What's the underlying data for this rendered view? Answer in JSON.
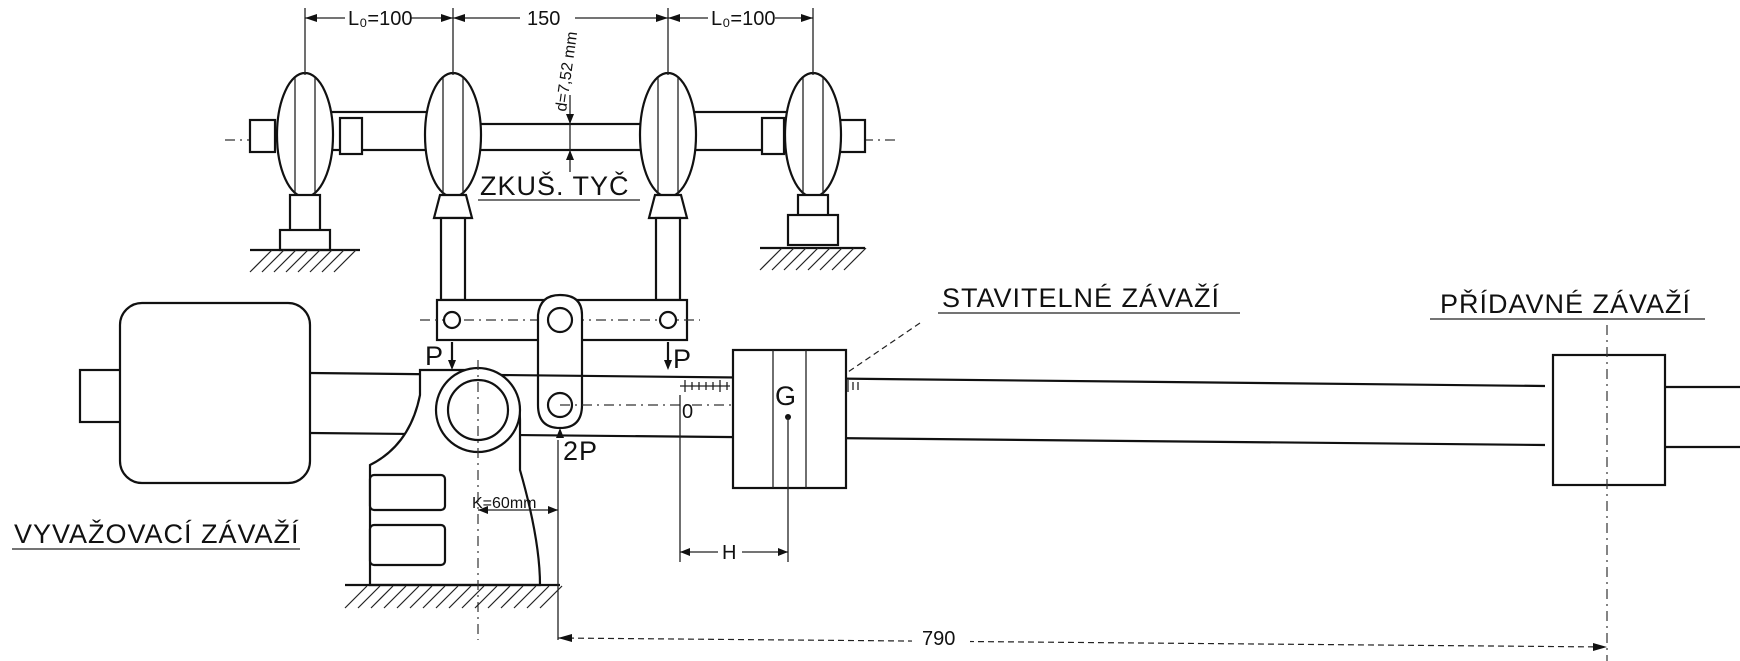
{
  "labels": {
    "test_bar": "ZKUŠ. TYČ",
    "adjustable_weight": "STAVITELNÉ ZÁVAŽÍ",
    "additional_weight": "PŘÍDAVNÉ ZÁVAŽÍ",
    "balancing_weight": "VYVAŽOVACÍ ZÁVAŽÍ"
  },
  "dimensions": {
    "lo_left": "L₀=100",
    "middle": "150",
    "lo_right": "L₀=100",
    "diameter": "d=7,52 mm",
    "k": "K=60mm",
    "h": "H",
    "lever_length": "790"
  },
  "markers": {
    "p_left": "P",
    "p_right": "P",
    "two_p": "2P",
    "g": "G",
    "zero": "0"
  }
}
